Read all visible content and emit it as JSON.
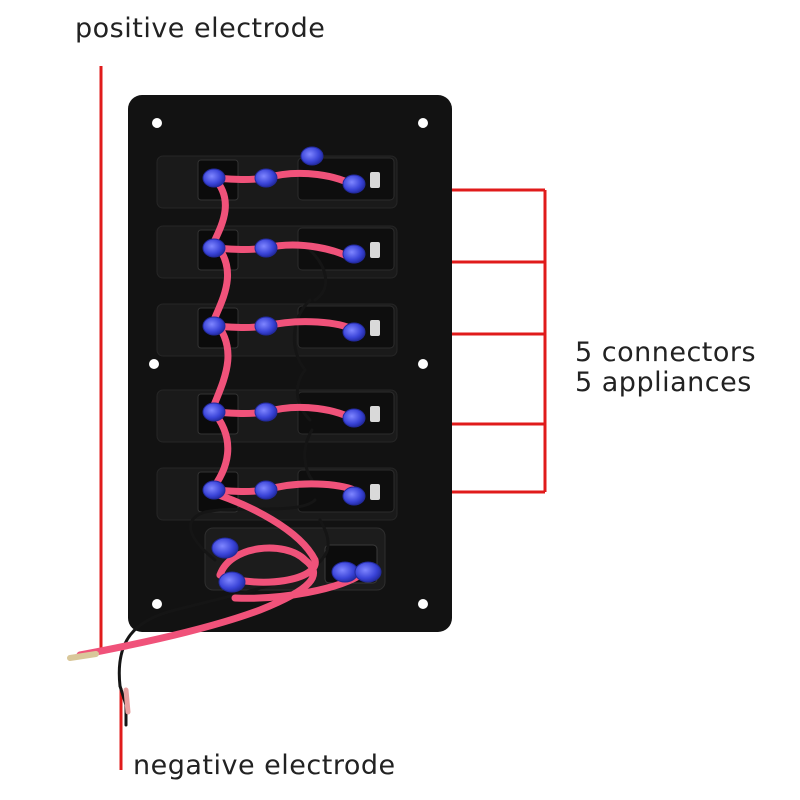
{
  "labels": {
    "positive": "positive electrode",
    "negative": "negative electrode",
    "connectors": "5 connectors",
    "appliances": "5 appliances"
  },
  "colors": {
    "panel": "#121212",
    "wire_red": "#f0527a",
    "wire_black": "#151515",
    "annotation_line": "#e01b1b",
    "cap": "#3a44d8"
  },
  "switch_count": 5
}
